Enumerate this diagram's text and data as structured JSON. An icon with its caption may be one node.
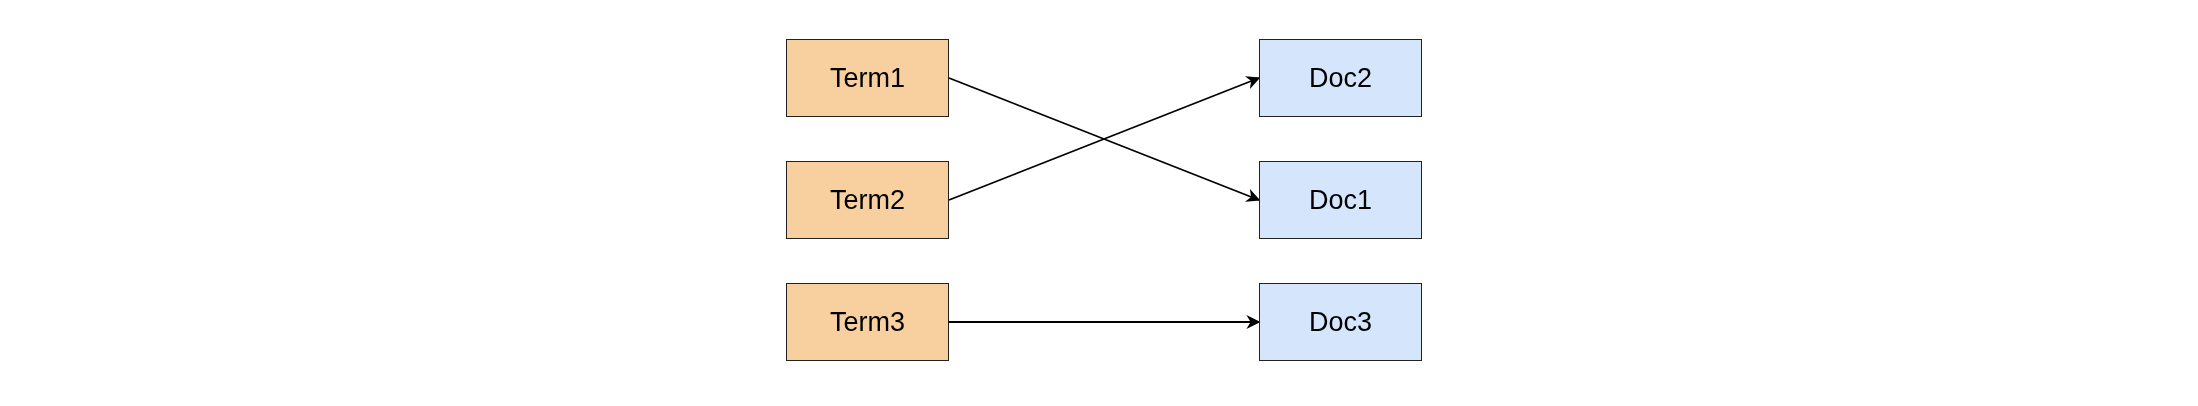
{
  "diagram": {
    "nodes": [
      {
        "text": [
          "Term1"
        ]
      },
      {
        "text": [
          "Doc2"
        ]
      },
      {
        "text": [
          "Term2"
        ]
      },
      {
        "text": [
          "Doc1"
        ]
      },
      {
        "text": [
          "Term3"
        ]
      },
      {
        "text": [
          "Doc3"
        ]
      }
    ],
    "edges": [
      {
        "from": 0,
        "to": 3,
        "arrow": "to"
      },
      {
        "from": 2,
        "to": 1,
        "arrow": "to"
      },
      {
        "from": 4,
        "to": 5,
        "arrow": "to"
      }
    ]
  }
}
